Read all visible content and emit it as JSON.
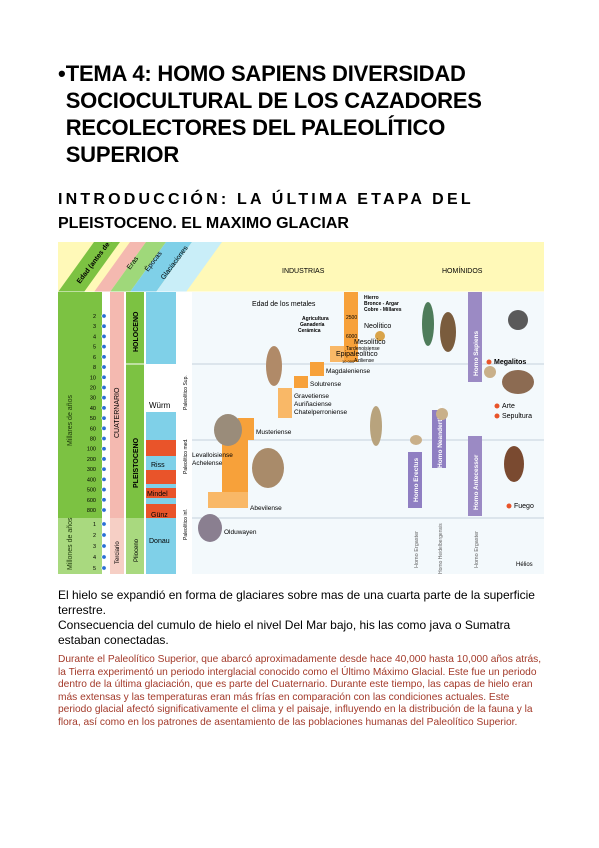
{
  "heading": {
    "bullet": "•",
    "title": "TEMA 4: HOMO SAPIENS DIVERSIDAD SOCIOCULTURAL DE LOS CAZADORES RECOLECTORES DEL PALEOLÍTICO SUPERIOR"
  },
  "intro": {
    "line1": "INTRODUCCIÓN: LA ÚLTIMA ETAPA DEL",
    "line2": "PLEISTOCENO. EL MAXIMO GLACIAR"
  },
  "figure": {
    "headers": {
      "edad": "Edad (antes de nuestra era)",
      "eras": "Eras",
      "epocas": "Épocas",
      "glaciaciones": "Glaciaciones",
      "industrias": "INDUSTRIAS",
      "hominidos": "HOMÍNIDOS"
    },
    "axis": {
      "millares": "Millares de años",
      "millones": "Millones de años",
      "ticks_millares": [
        "2",
        "3",
        "4",
        "5",
        "6",
        "8",
        "10",
        "20",
        "30",
        "40",
        "50",
        "60",
        "80",
        "100",
        "200",
        "300",
        "400",
        "500",
        "600",
        "800"
      ],
      "ticks_millones": [
        "1",
        "2",
        "3",
        "4",
        "5"
      ]
    },
    "eras": {
      "cuaternario": "CUATERNARIO",
      "terciario": "Terciario"
    },
    "epocas": {
      "holoceno": "HOLOCENO",
      "pleistoceno": "PLEISTOCENO",
      "plioceno": "Plioceno"
    },
    "glaciaciones": [
      "Würm",
      "Riss",
      "Mindel",
      "Günz",
      "Donau"
    ],
    "paleo_periods": [
      "Paleolítico Sup.",
      "Paleolítico med.",
      "Paleolítico inf."
    ],
    "industries": {
      "metales": "Edad de los metales",
      "hierro": "Hierro",
      "bronce": "Bronce - Argar",
      "cobre": "Cobre - Millares",
      "agricultura": "Agricultura",
      "ganaderia": "Ganadería",
      "ceramica": "Cerámica",
      "neolitico": "Neolítico",
      "mesolitico": "Mesolítico",
      "tardenoisiense": "Tardenoisiense",
      "epipaleolitico": "Epipaleolítico",
      "aziliense": "Aziliense",
      "magdaleniense": "Magdaleniense",
      "solutrense": "Solutrense",
      "gravetiense": "Gravetiense",
      "aurinaciense": "Auriñaciense",
      "chatelperroniense": "Chatelperroniense",
      "musteriense": "Musteriense",
      "levalloisiense": "Levalloisiense",
      "achelense": "Achelense",
      "abevilense": "Abevilense",
      "olduwayen": "Olduwayen"
    },
    "dates": {
      "d2500": "2500",
      "d6000": "6000",
      "d10000": "10 000"
    },
    "hominids": [
      "Homo Sapiens",
      "Homo Neanderthalis",
      "Homo Erectus",
      "Homo Antecessor",
      "Homo Ergaster",
      "Homo Heidelbergensis",
      "Homo Ergaster"
    ],
    "culture": {
      "megalitos": "Megalitos",
      "arte": "Arte",
      "sepultura": "Sepultura",
      "fuego": "Fuego"
    },
    "credit": "Hélios"
  },
  "paragraphs": {
    "p1": "El hielo se expandió en forma de glaciares sobre mas de una cuarta parte de la superficie terrestre.",
    "p2": "Consecuencia del cumulo de hielo el nivel Del Mar bajo, his las como java o Sumatra estaban conectadas.",
    "p3": "Durante el Paleolítico Superior, que abarcó aproximadamente desde hace 40,000 hasta 10,000 años atrás, la Tierra experimentó un periodo interglacial conocido como el Último Máximo Glacial. Este fue un periodo dentro de la última glaciación, que es parte del Cuaternario. Durante este tiempo, las capas de hielo eran más extensas y las temperaturas eran más frías en comparación con las condiciones actuales. Este periodo glacial afectó significativamente el clima y el paisaje, influyendo en la distribución de la fauna y la flora, así como en los patrones de asentamiento de las poblaciones humanas del Paleolítico Superior."
  },
  "colors": {
    "green": "#7cc242",
    "pink": "#f4b9b0",
    "cyan": "#7fd0e8",
    "yellow": "#fff9b8",
    "orange": "#f7a13a",
    "purple": "#9b8ac4",
    "red_text": "#a33a2a"
  }
}
